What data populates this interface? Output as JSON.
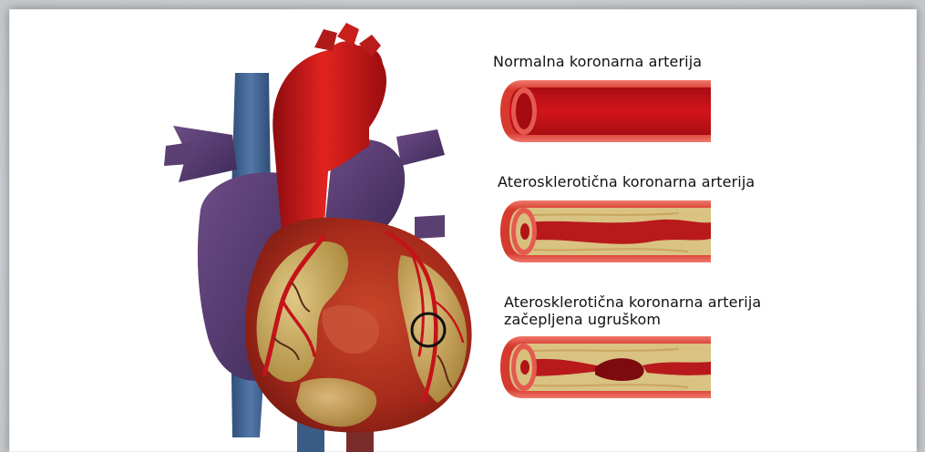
{
  "labels": {
    "normal": "Normalna koronarna arterija",
    "atherosclerotic": "Aterosklerotična koronarna arterija",
    "blocked_line1": "Aterosklerotična koronarna arterija",
    "blocked_line2": "začepljena ugruškom"
  },
  "colors": {
    "artery_red": "#c8141c",
    "artery_wall": "#e05a52",
    "plaque_yellow": "#d8c07a",
    "vein_blue": "#3d5f8c",
    "vein_purple": "#5a3f73",
    "heart_red": "#b8321d",
    "fat_yellow": "#cbb45a"
  }
}
